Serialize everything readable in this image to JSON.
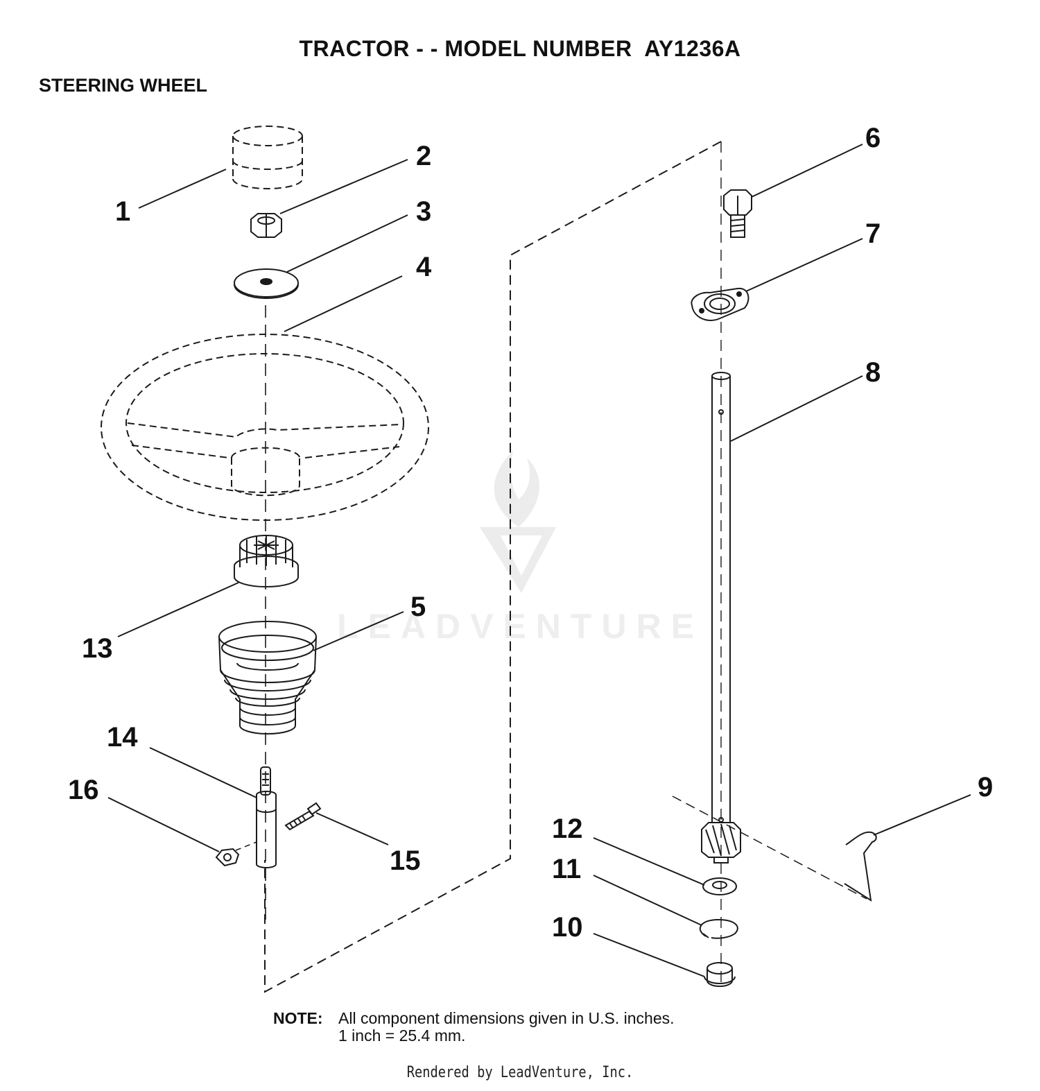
{
  "header": {
    "title": "TRACTOR - - MODEL NUMBER  AY1236A",
    "section": "STEERING WHEEL"
  },
  "callouts": [
    "1",
    "2",
    "3",
    "4",
    "5",
    "6",
    "7",
    "8",
    "9",
    "10",
    "11",
    "12",
    "13",
    "14",
    "15",
    "16"
  ],
  "note": {
    "label": "NOTE:",
    "line1": "All component dimensions given in U.S. inches.",
    "line2": "1 inch = 25.4 mm."
  },
  "watermark": {
    "text": "LEADVENTURE",
    "icon": "flame-v-logo-icon"
  },
  "footer": "Rendered by LeadVenture, Inc.",
  "colors": {
    "ink": "#111111",
    "watermark": "#eeeeee"
  }
}
